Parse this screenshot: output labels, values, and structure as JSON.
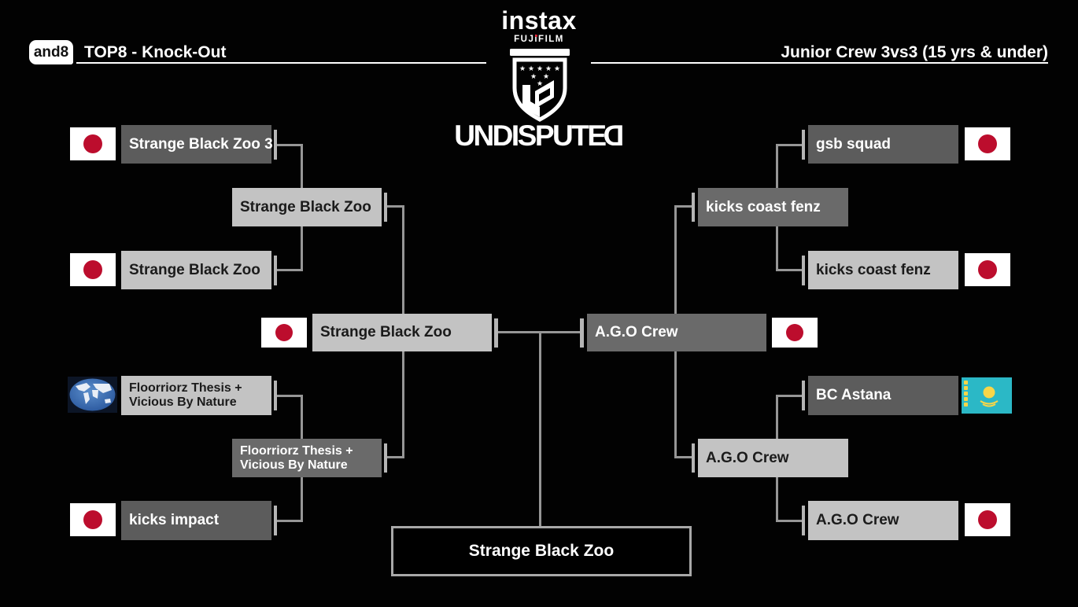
{
  "header": {
    "badge_label": "and8",
    "left_title": "TOP8 - Knock-Out",
    "right_title": "Junior Crew 3vs3 (15 yrs & under)"
  },
  "logo": {
    "instax": "instax",
    "fuji_pre": "FUJ",
    "fuji_i": "i",
    "fuji_post": "FILM",
    "undisputed_main": "UNDISPUTE",
    "undisputed_last": "D"
  },
  "colors": {
    "background": "#020202",
    "box_dark": "#5c5c5c",
    "box_dark_alt": "#6a6a6a",
    "box_light": "#c3c3c3",
    "connector": "#969696",
    "japan_red": "#bc0d2d",
    "kazakhstan_cyan": "#2bb8c6",
    "kazakhstan_yellow": "#f8d648"
  },
  "bracket": {
    "left": {
      "quarterfinal": [
        {
          "name": "Strange Black Zoo 3",
          "flag": "japan",
          "tone": "dark"
        },
        {
          "name": "Strange Black Zoo",
          "flag": "japan",
          "tone": "light"
        },
        {
          "name": "Floorriorz Thesis + Vicious By Nature",
          "line1": "Floorriorz Thesis +",
          "line2": "Vicious By Nature",
          "flag": "world",
          "tone": "light"
        },
        {
          "name": "kicks impact",
          "flag": "japan",
          "tone": "dark"
        }
      ],
      "semifinal": [
        {
          "name": "Strange Black Zoo",
          "tone": "light"
        },
        {
          "name": "Floorriorz Thesis + Vicious By Nature",
          "line1": "Floorriorz Thesis +",
          "line2": "Vicious By Nature",
          "tone": "dark"
        }
      ],
      "finalist": {
        "name": "Strange Black Zoo",
        "flag": "japan",
        "tone": "light"
      }
    },
    "right": {
      "quarterfinal": [
        {
          "name": "gsb squad",
          "flag": "japan",
          "tone": "dark"
        },
        {
          "name": "kicks coast fenz",
          "flag": "japan",
          "tone": "light"
        },
        {
          "name": "BC Astana",
          "flag": "kazakhstan",
          "tone": "dark"
        },
        {
          "name": "A.G.O Crew",
          "flag": "japan",
          "tone": "light"
        }
      ],
      "semifinal": [
        {
          "name": "kicks coast fenz",
          "tone": "dark"
        },
        {
          "name": "A.G.O Crew",
          "tone": "light"
        }
      ],
      "finalist": {
        "name": "A.G.O Crew",
        "flag": "japan",
        "tone": "dark"
      }
    },
    "champion": {
      "name": "Strange Black Zoo"
    }
  }
}
